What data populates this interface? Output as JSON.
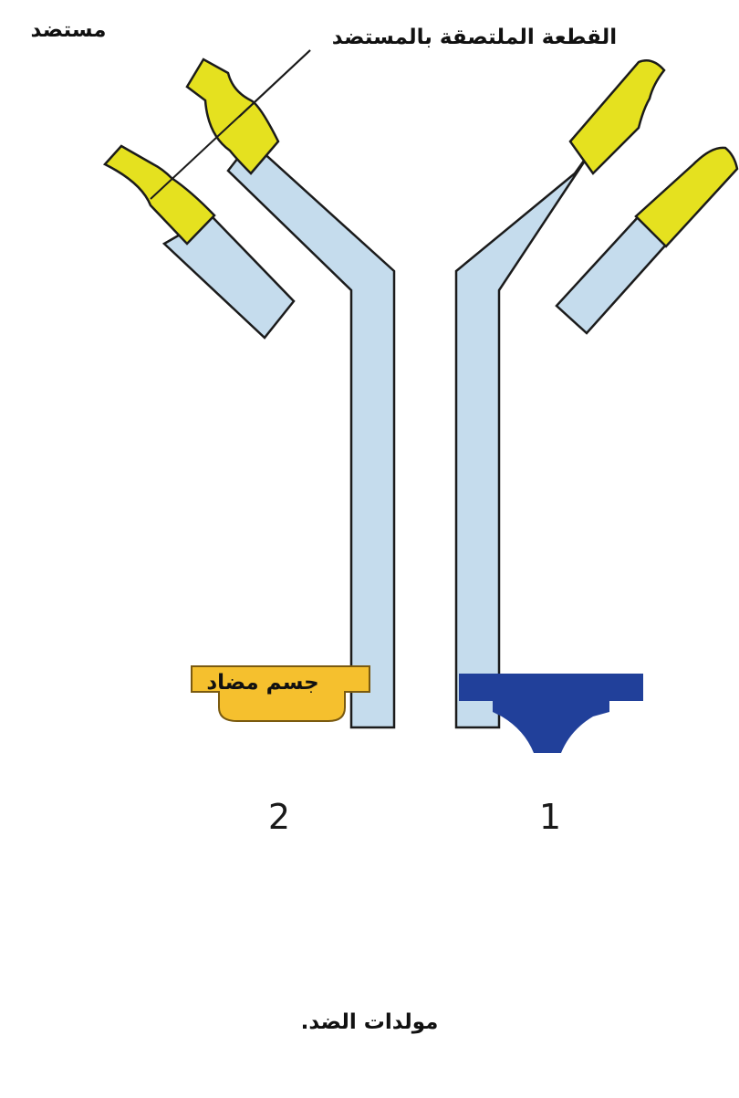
{
  "labels": {
    "antigen_top": "مستضد",
    "binding_fragment": "القطعة الملتصقة بالمستضد",
    "antibody": "جسم مضاد",
    "antigens_caption": "مولدات الضد."
  },
  "antigen_numbers": {
    "first": "1",
    "second": "2"
  },
  "colors": {
    "heavy_chain": "#c5dced",
    "variable_region": "#e5e11f",
    "antigen_1": "#21409a",
    "antigen_2": "#f5c02e",
    "outline": "#1b1b1b"
  }
}
